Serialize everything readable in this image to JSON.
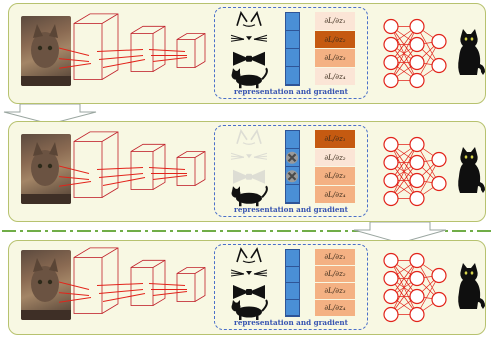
{
  "caption": "representation and gradient",
  "gradient_labels": [
    "∂L/∂z₁",
    "∂L/∂z₂",
    "∂L/∂z₃",
    "∂L/∂z₄"
  ],
  "colors": {
    "panel_fill": "#f8f8e3",
    "panel_border": "#b7c26f",
    "rep_box_border": "#4a6fc9",
    "representation_bar": "#4a8fd6",
    "nn_circles": "#e2231a",
    "gradient_dark": "#c55a11",
    "gradient_light": "#f4b183",
    "gradient_pale": "#fbe5d6",
    "divider": "#70ad47"
  },
  "panels": [
    {
      "id": "panel-1",
      "concepts": [
        "cat-ears",
        "cat-whiskers",
        "bow-tie",
        "cat-body"
      ],
      "concept_state": [
        "active",
        "active",
        "active",
        "active"
      ],
      "gradient_shades": [
        "gradient_pale",
        "gradient_dark",
        "gradient_light",
        "gradient_pale"
      ]
    },
    {
      "id": "panel-2",
      "concepts": [
        "cat-ears",
        "cat-whiskers",
        "bow-tie",
        "cat-body"
      ],
      "concept_state": [
        "faded",
        "faded",
        "faded",
        "active"
      ],
      "gradient_shades": [
        "gradient_dark",
        "gradient_pale",
        "gradient_light",
        "gradient_light"
      ],
      "removed_slots": [
        2,
        3
      ]
    },
    {
      "id": "panel-3",
      "concepts": [
        "cat-ears",
        "cat-whiskers",
        "bow-tie",
        "cat-body"
      ],
      "concept_state": [
        "active",
        "active",
        "active",
        "active"
      ],
      "gradient_shades": [
        "gradient_light",
        "gradient_light",
        "gradient_light",
        "gradient_light"
      ]
    }
  ]
}
